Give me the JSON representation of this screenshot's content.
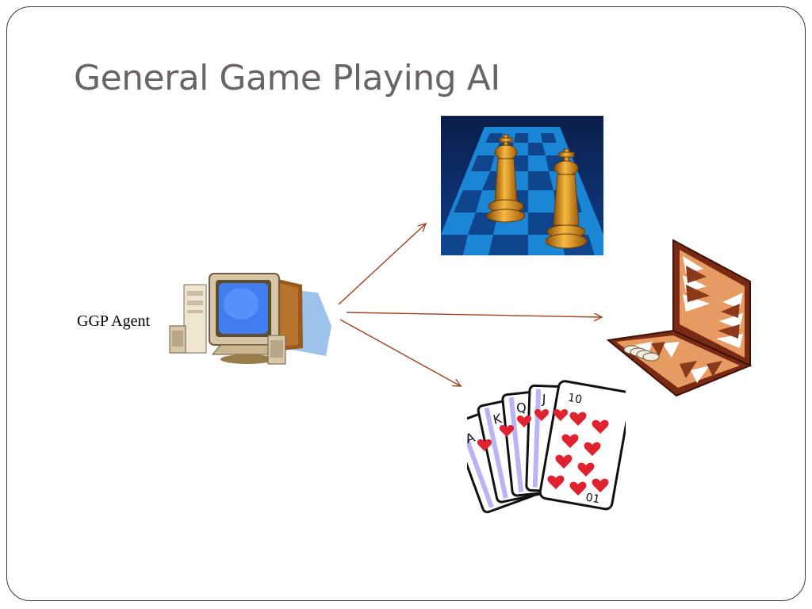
{
  "slide": {
    "title": "General Game Playing AI",
    "agent_label": "GGP Agent"
  },
  "icons": {
    "agent": "computer-icon",
    "games": [
      "chess-icon",
      "backgammon-icon",
      "playing-cards-icon"
    ]
  },
  "cards": {
    "ranks": [
      "A",
      "K",
      "Q",
      "J",
      "10"
    ],
    "ten_bottom": "01"
  },
  "colors": {
    "title": "#6b6466",
    "frame": "#3a3a3a",
    "arrow": "#a0431c",
    "board_blue": "#1d8fd8",
    "heart_red": "#e0222e"
  }
}
